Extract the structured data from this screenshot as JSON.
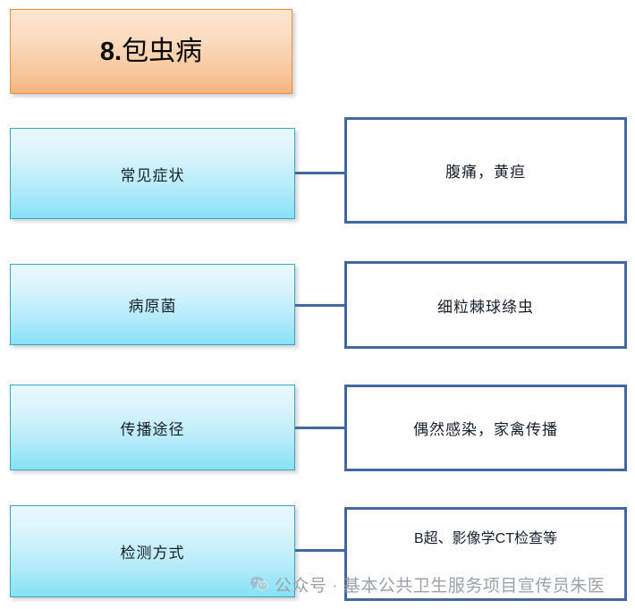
{
  "title": {
    "number": "8.",
    "name": "包虫病",
    "full": "8.包虫病",
    "fill_top": "#fce6d0",
    "fill_bottom": "#f6b37e",
    "border_color": "#e8913c"
  },
  "theme": {
    "background": "#ffffff",
    "blue_box_top": "#e9f9fe",
    "blue_box_bottom": "#86e1f6",
    "blue_box_border": "#35a7c4",
    "white_box_border": "#41699f",
    "connector_color": "#41699f",
    "text_color": "#16202b",
    "watermark_color": "#9aa3ac"
  },
  "rows": [
    {
      "label": "常见症状",
      "value": "腹痛，黄疸",
      "value_font": "serif"
    },
    {
      "label": "病原菌",
      "value": "细粒棘球绦虫",
      "value_font": "serif"
    },
    {
      "label": "传播途径",
      "value": "偶然感染，家禽传播",
      "value_font": "serif"
    },
    {
      "label": "检测方式",
      "value": "B超、影像学CT检查等",
      "value_font": "sans"
    }
  ],
  "watermark": {
    "icon": "wechat-icon",
    "text": "公众号 · 基本公共卫生服务项目宣传员朱医"
  }
}
